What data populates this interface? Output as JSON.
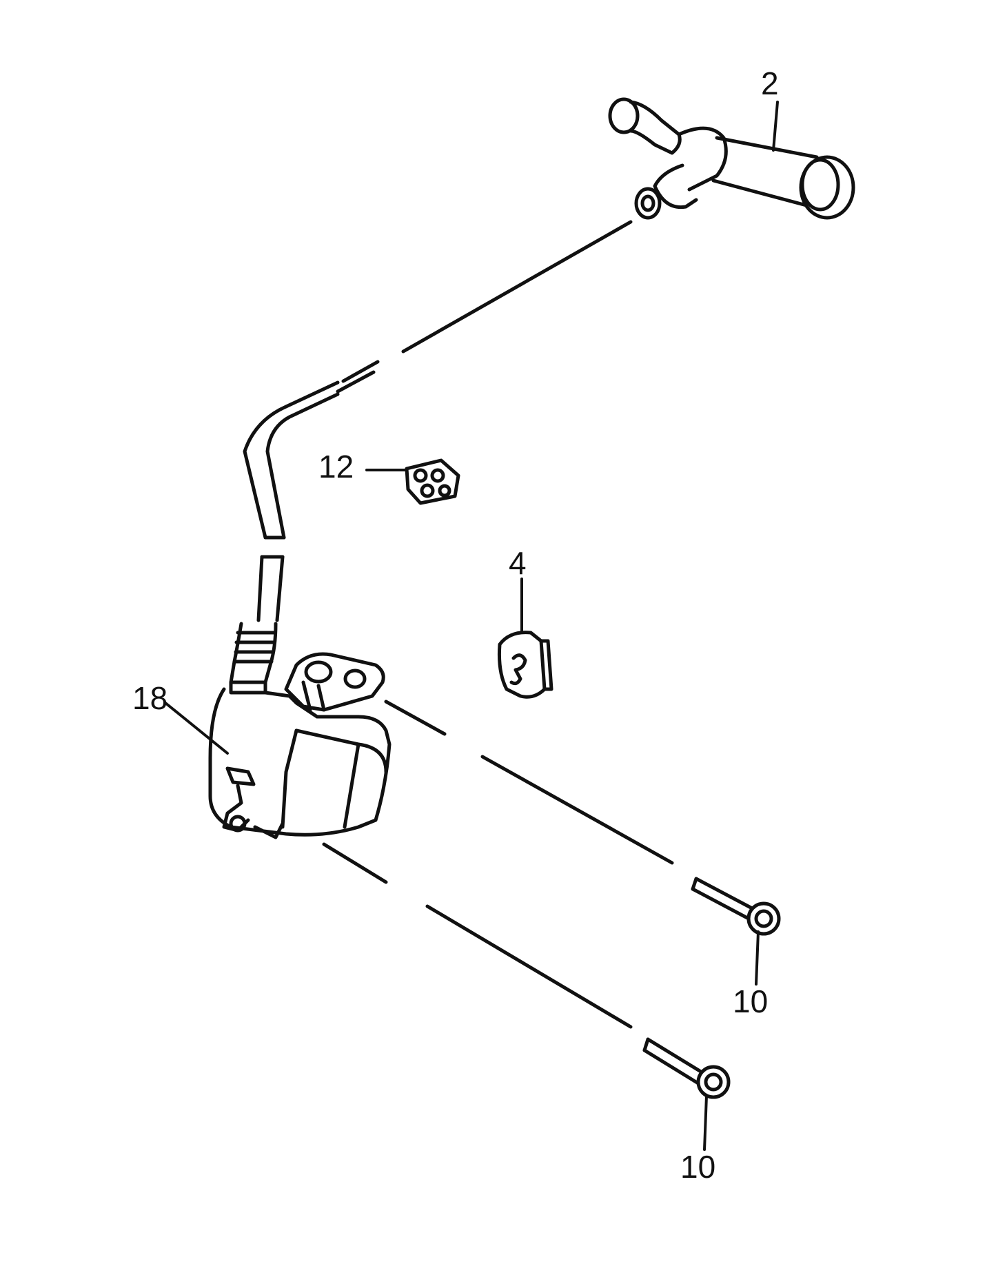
{
  "callouts": {
    "part_2": "2",
    "part_12": "12",
    "part_4": "4",
    "part_18": "18",
    "part_10_upper": "10",
    "part_10_lower": "10"
  }
}
